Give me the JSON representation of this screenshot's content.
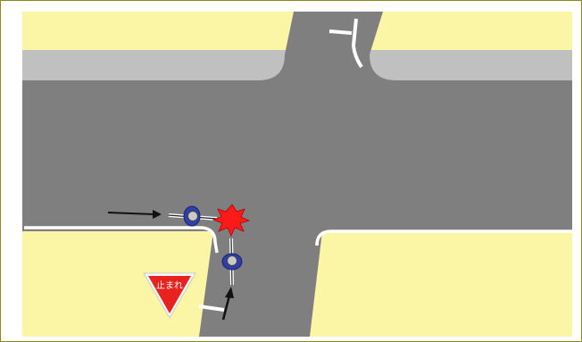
{
  "scene": {
    "colors": {
      "background": "#ffffff",
      "frame": "#8a8a1a",
      "ground": "#fbf5a6",
      "sidewalk": "#c0c0c0",
      "road": "#7f7f7f",
      "lane_marking": "#ffffff",
      "arrow": "#111111",
      "collision": "#ff1a1a",
      "sign_red": "#e8231f",
      "sign_white": "#ffffff"
    },
    "stop_sign": {
      "text": "止まれ"
    },
    "collision": {
      "icon": "collision-burst-icon"
    },
    "cyclists": [
      {
        "id": "cyclist-eastbound",
        "icon": "bicycle-rider-icon",
        "heading": "east"
      },
      {
        "id": "cyclist-northbound",
        "icon": "bicycle-rider-icon",
        "heading": "north"
      }
    ],
    "arrows": [
      {
        "id": "arrow-east",
        "icon": "arrow-right-icon"
      },
      {
        "id": "arrow-north",
        "icon": "arrow-up-icon"
      }
    ]
  }
}
